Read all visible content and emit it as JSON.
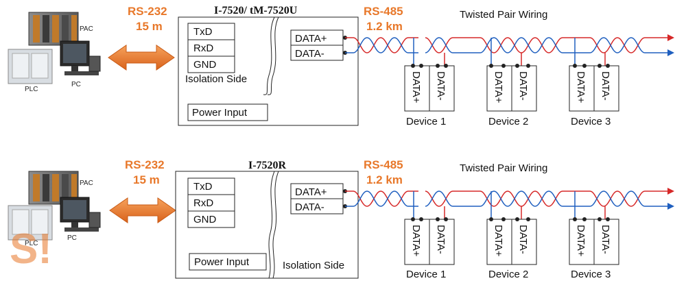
{
  "colors": {
    "accent": "#e8782a",
    "wire_red": "#d62828",
    "wire_blue": "#1f5fbf",
    "line": "#222222"
  },
  "diagrams": [
    {
      "link_label": "RS-232",
      "link_distance": "15 m",
      "converter_title": "I-7520/ tM-7520U",
      "pins_left": [
        "TxD",
        "RxD",
        "GND"
      ],
      "left_side_label": "Isolation Side",
      "power_label": "Power Input",
      "pins_right": [
        "DATA+",
        "DATA-"
      ],
      "bus_label": "RS-485",
      "bus_distance": "1.2 km",
      "wiring_label": "Twisted Pair Wiring",
      "host_labels": [
        "PAC",
        "PLC",
        "PC"
      ],
      "devices": [
        {
          "name": "Device 1",
          "pins": [
            "DATA+",
            "DATA-"
          ]
        },
        {
          "name": "Device 2",
          "pins": [
            "DATA+",
            "DATA-"
          ]
        },
        {
          "name": "Device 3",
          "pins": [
            "DATA+",
            "DATA-"
          ]
        }
      ]
    },
    {
      "link_label": "RS-232",
      "link_distance": "15 m",
      "converter_title": "I-7520R",
      "pins_left": [
        "TxD",
        "RxD",
        "GND"
      ],
      "power_label": "Power Input",
      "right_side_label": "Isolation Side",
      "pins_right": [
        "DATA+",
        "DATA-"
      ],
      "bus_label": "RS-485",
      "bus_distance": "1.2 km",
      "wiring_label": "Twisted Pair Wiring",
      "host_labels": [
        "PAC",
        "PLC",
        "PC"
      ],
      "devices": [
        {
          "name": "Device 1",
          "pins": [
            "DATA+",
            "DATA-"
          ]
        },
        {
          "name": "Device 2",
          "pins": [
            "DATA+",
            "DATA-"
          ]
        },
        {
          "name": "Device 3",
          "pins": [
            "DATA+",
            "DATA-"
          ]
        }
      ]
    }
  ],
  "watermark_text": "S!"
}
